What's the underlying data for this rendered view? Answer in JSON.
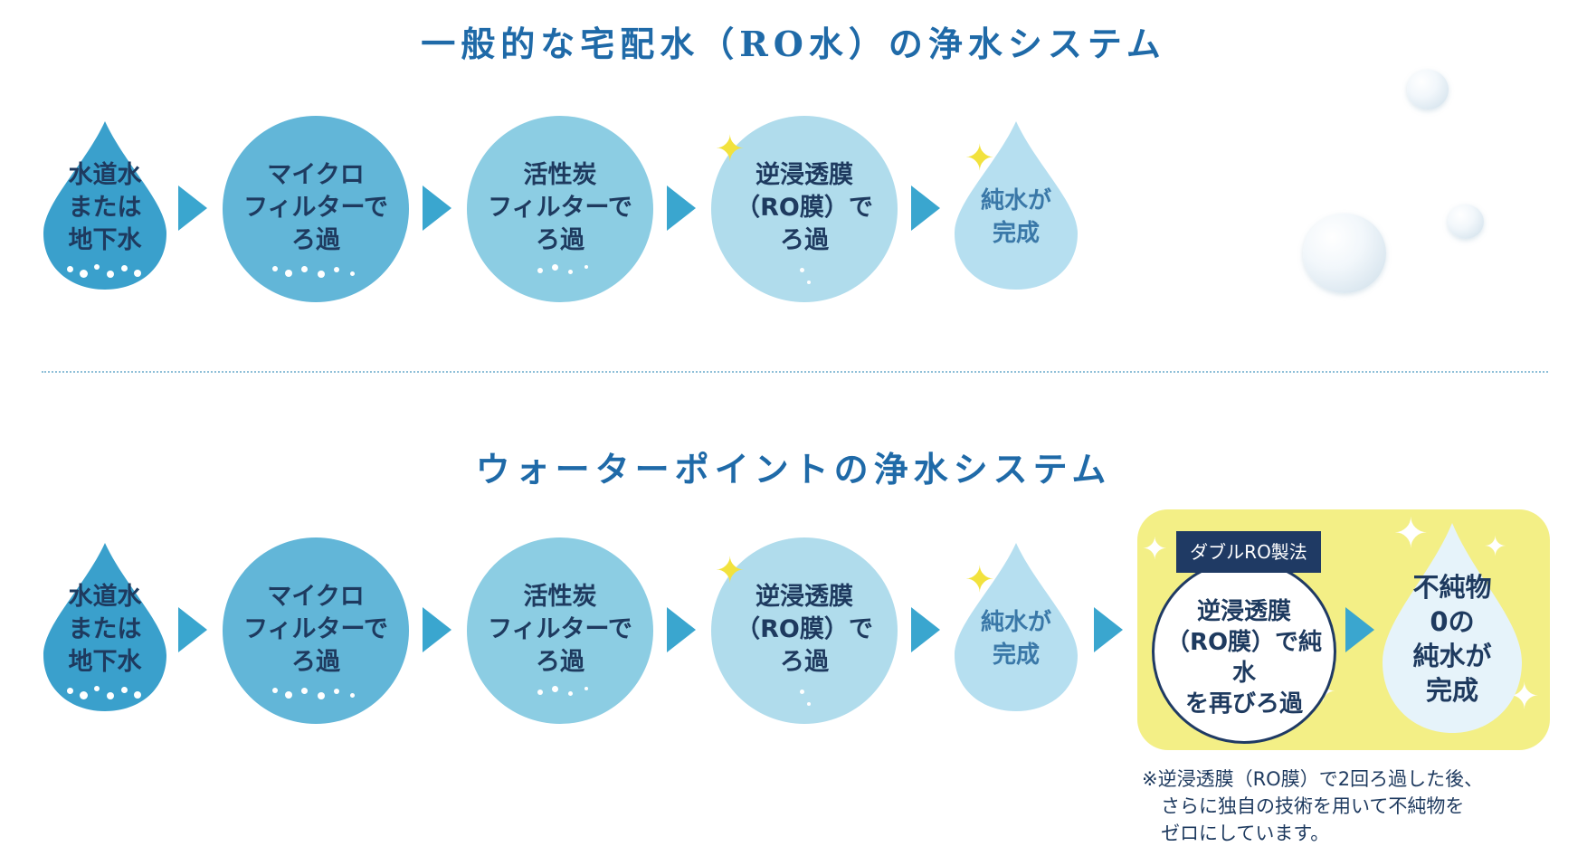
{
  "colors": {
    "title": "#1f6aa8",
    "arrow": "#3aa6cf",
    "stage1": "#3aa0cc",
    "stage2": "#62b6d8",
    "stage3": "#8ccde3",
    "stage4": "#b0dcec",
    "stage5": "#b6dff0",
    "highlight": "#f3ef86",
    "badge": "#1f3a64"
  },
  "sections": [
    {
      "title": "一般的な宅配水（RO水）の浄水システム",
      "steps": [
        {
          "label": "水道水\nまたは\n地下水",
          "shape": "drop"
        },
        {
          "label": "マイクロ\nフィルターで\nろ過",
          "shape": "circle"
        },
        {
          "label": "活性炭\nフィルターで\nろ過",
          "shape": "circle"
        },
        {
          "label": "逆浸透膜\n（RO膜）で\nろ過",
          "shape": "circle"
        },
        {
          "label": "純水が\n完成",
          "shape": "drop"
        }
      ]
    },
    {
      "title": "ウォーターポイントの浄水システム",
      "steps": [
        {
          "label": "水道水\nまたは\n地下水",
          "shape": "drop"
        },
        {
          "label": "マイクロ\nフィルターで\nろ過",
          "shape": "circle"
        },
        {
          "label": "活性炭\nフィルターで\nろ過",
          "shape": "circle"
        },
        {
          "label": "逆浸透膜\n（RO膜）で\nろ過",
          "shape": "circle"
        },
        {
          "label": "純水が\n完成",
          "shape": "drop"
        }
      ],
      "extra": {
        "badge": "ダブルRO製法",
        "step": "逆浸透膜\n（RO膜）で純水\nを再びろ過",
        "result": "不純物\n0の\n純水が\n完成",
        "note": "※逆浸透膜（RO膜）で2回ろ過した後、\n　さらに独自の技術を用いて不純物を\n　ゼロにしています。"
      }
    }
  ]
}
